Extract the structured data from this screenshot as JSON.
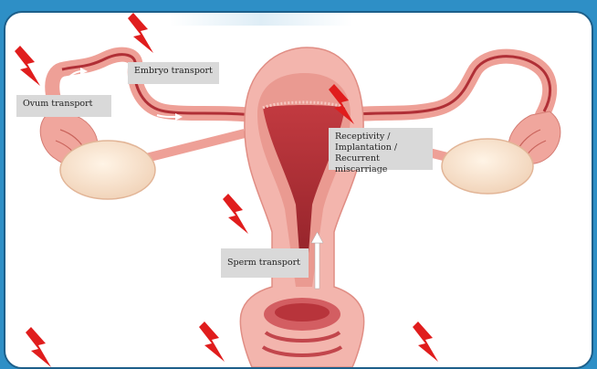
{
  "labels": {
    "ovum": "Ovum transport",
    "embryo": "Embryo transport",
    "receptivity": "Receptivity /\nImplantation /\nRecurrent miscarriage",
    "sperm": "Sperm transport"
  },
  "colors": {
    "background": "#2e8fc6",
    "frame_border": "#1d5f8a",
    "tissue_light": "#f3b5ad",
    "tissue_mid": "#e9938a",
    "cavity": "#b7333a",
    "ovary": "#f7e2cc",
    "label_bg": "#d9d9d9",
    "bolt": "#e01d1d"
  },
  "icons": [
    "lightning-bolt-icon",
    "arrow-icon"
  ]
}
